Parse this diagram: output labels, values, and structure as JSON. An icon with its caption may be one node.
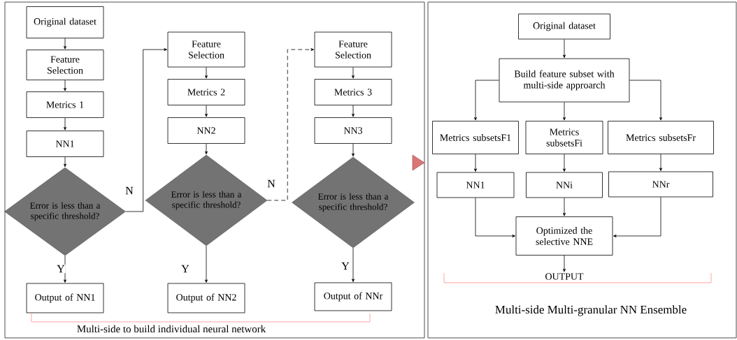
{
  "diagram": {
    "nodes": [
      {
        "text": [
          "Original dataset"
        ]
      },
      {
        "text": [
          "Feature Selection"
        ]
      },
      {
        "text": [
          "Metrics 1"
        ]
      },
      {
        "text": [
          "NN1"
        ]
      },
      {
        "text": [
          "Error is less than a specific threshold?"
        ]
      },
      {
        "text": [
          "Output of NN1"
        ]
      },
      {
        "text": [
          "Feature Selection"
        ]
      },
      {
        "text": [
          "Metrics 2"
        ]
      },
      {
        "text": [
          "NN2"
        ]
      },
      {
        "text": [
          "Error is less than a specific threshold?"
        ]
      },
      {
        "text": [
          "Output of NN2"
        ]
      },
      {
        "text": [
          "Feature Selection"
        ]
      },
      {
        "text": [
          "Metrics 3"
        ]
      },
      {
        "text": [
          "NN3"
        ]
      },
      {
        "text": [
          "Error is less than a specific threshold?"
        ]
      },
      {
        "text": [
          "Output of NNr"
        ]
      },
      {
        "text": [
          "Original dataset"
        ]
      },
      {
        "text": [
          "Build feature subset with multi-side approarch"
        ]
      },
      {
        "text": [
          "Metrics subsetsF1"
        ]
      },
      {
        "text": [
          "Metrics subsetsFi"
        ]
      },
      {
        "text": [
          "Metrics subsetsFr"
        ]
      },
      {
        "text": [
          "NN1"
        ]
      },
      {
        "text": [
          "NNi"
        ]
      },
      {
        "text": [
          "NNr"
        ]
      },
      {
        "text": [
          "Optimized the selective NNE"
        ]
      },
      {
        "text": [
          "OUTPUT"
        ]
      }
    ],
    "edges": [
      {
        "from": 0,
        "to": 1,
        "arrow": "to"
      },
      {
        "from": 1,
        "to": 2,
        "arrow": "to"
      },
      {
        "from": 2,
        "to": 3,
        "arrow": "to"
      },
      {
        "from": 3,
        "to": 4,
        "arrow": "to"
      },
      {
        "from": 4,
        "to": 5,
        "arrow": "to",
        "label": "Y"
      },
      {
        "from": 4,
        "to": 6,
        "arrow": "to",
        "label": "N"
      },
      {
        "from": 6,
        "to": 7,
        "arrow": "to"
      },
      {
        "from": 7,
        "to": 8,
        "arrow": "to"
      },
      {
        "from": 8,
        "to": 9,
        "arrow": "to"
      },
      {
        "from": 9,
        "to": 10,
        "arrow": "to",
        "label": "Y"
      },
      {
        "from": 9,
        "to": 11,
        "arrow": "to",
        "label": "N",
        "style": "dashed"
      },
      {
        "from": 11,
        "to": 12,
        "arrow": "to"
      },
      {
        "from": 12,
        "to": 13,
        "arrow": "to"
      },
      {
        "from": 13,
        "to": 14,
        "arrow": "to"
      },
      {
        "from": 14,
        "to": 15,
        "arrow": "to",
        "label": "Y"
      },
      {
        "from": 16,
        "to": 17,
        "arrow": "to"
      },
      {
        "from": 17,
        "to": 18,
        "arrow": "to"
      },
      {
        "from": 17,
        "to": 19,
        "arrow": "to"
      },
      {
        "from": 17,
        "to": 20,
        "arrow": "to"
      },
      {
        "from": 18,
        "to": 21,
        "arrow": "to"
      },
      {
        "from": 19,
        "to": 22,
        "arrow": "to"
      },
      {
        "from": 20,
        "to": 23,
        "arrow": "to"
      },
      {
        "from": 21,
        "to": 24,
        "arrow": "to"
      },
      {
        "from": 22,
        "to": 24,
        "arrow": "to"
      },
      {
        "from": 23,
        "to": 24,
        "arrow": "to"
      },
      {
        "from": 24,
        "to": 25,
        "arrow": "to"
      }
    ],
    "labels": [
      "Multi-side to build individual neural network",
      "Multi-side Multi-granular NN Ensemble"
    ]
  }
}
